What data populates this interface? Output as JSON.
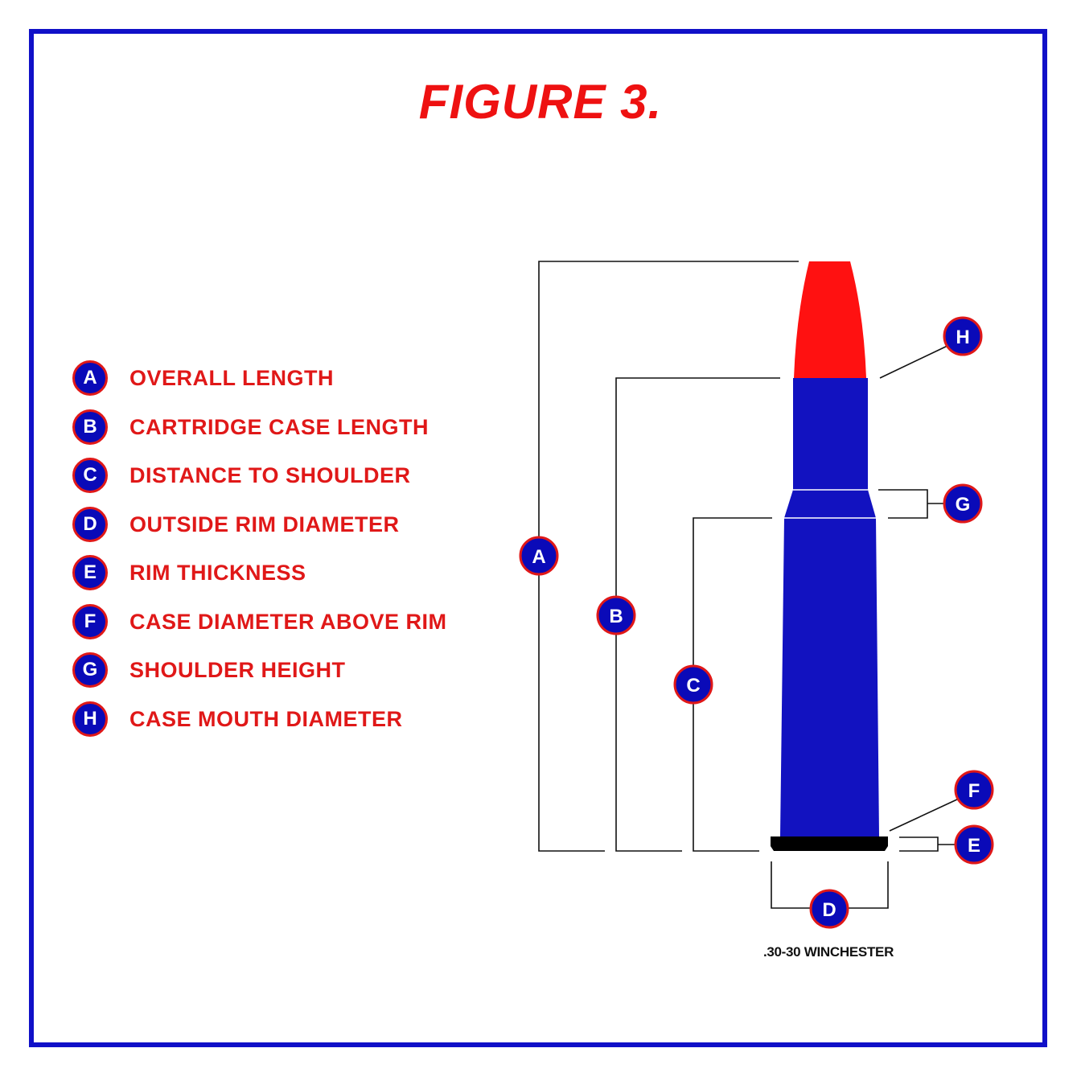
{
  "title": "FIGURE 3.",
  "legend": [
    {
      "letter": "A",
      "label": "OVERALL LENGTH"
    },
    {
      "letter": "B",
      "label": "CARTRIDGE CASE LENGTH"
    },
    {
      "letter": "C",
      "label": "DISTANCE TO SHOULDER"
    },
    {
      "letter": "D",
      "label": "OUTSIDE RIM DIAMETER"
    },
    {
      "letter": "E",
      "label": "RIM THICKNESS"
    },
    {
      "letter": "F",
      "label": "CASE DIAMETER ABOVE RIM"
    },
    {
      "letter": "G",
      "label": "SHOULDER HEIGHT"
    },
    {
      "letter": "H",
      "label": "CASE MOUTH DIAMETER"
    }
  ],
  "diagram_markers": [
    "A",
    "B",
    "C",
    "D",
    "E",
    "F",
    "G",
    "H"
  ],
  "caliber_label": ".30-30 WINCHESTER",
  "colors": {
    "border": "#1010c8",
    "title": "#ee1111",
    "badge_fill": "#0a0ab8",
    "badge_ring": "#e01818",
    "bullet": "#ff1111",
    "case": "#1212c0",
    "rim": "#000000"
  }
}
